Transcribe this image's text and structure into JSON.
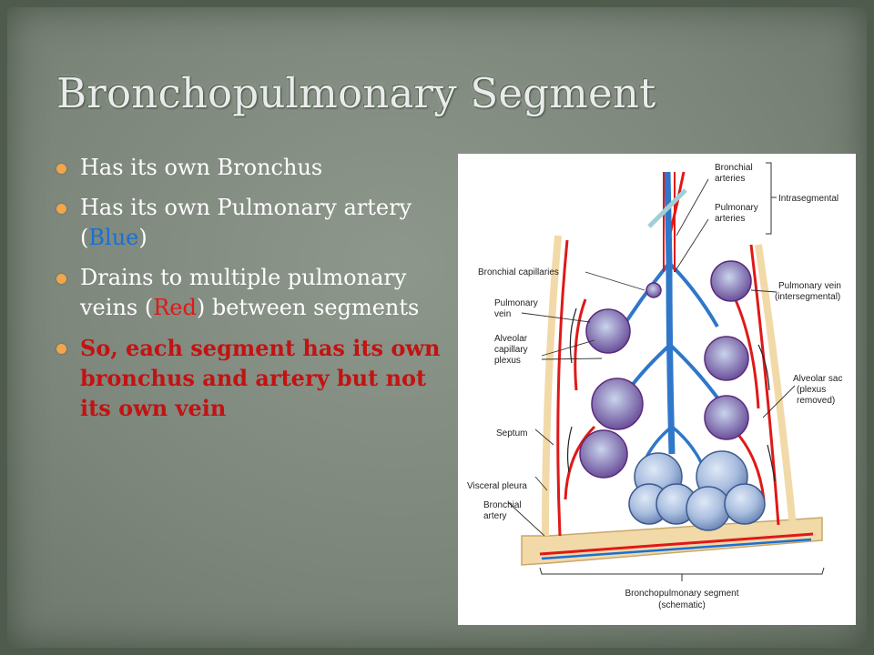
{
  "slide": {
    "title": "Bronchopulmonary Segment",
    "bullets": [
      {
        "text": "Has its own Bronchus"
      },
      {
        "pre": "Has its own Pulmonary artery (",
        "highlight": "Blue",
        "post": ")",
        "highlight_color": "#1a6fd6"
      },
      {
        "pre": "Drains to multiple pulmonary veins (",
        "highlight": "Red",
        "post": ") between segments",
        "highlight_color": "#e01818"
      },
      {
        "text": "So, each segment has its own bronchus and artery but not its own vein",
        "emphasis": true
      }
    ]
  },
  "figure": {
    "labels": {
      "bronchial_arteries": [
        "Bronchial",
        "arteries"
      ],
      "pulmonary_arteries": [
        "Pulmonary",
        "arteries"
      ],
      "intrasegmental": "Intrasegmental",
      "bronchial_capillaries": "Bronchial capillaries",
      "pulmonary_vein_left": [
        "Pulmonary",
        "vein"
      ],
      "alveolar_capillary_plexus": [
        "Alveolar",
        "capillary",
        "plexus"
      ],
      "pulmonary_vein_right": [
        "Pulmonary vein",
        "(intersegmental)"
      ],
      "alveolar_sac": [
        "Alveolar sac",
        "(plexus",
        "removed)"
      ],
      "septum": "Septum",
      "visceral_pleura": "Visceral pleura",
      "bronchial_artery": [
        "Bronchial",
        "artery"
      ],
      "caption": [
        "Bronchopulmonary segment",
        "(schematic)"
      ]
    }
  },
  "colors": {
    "bullet": "#f2a64a",
    "artery_blue": "#1a6fd6",
    "vein_red": "#e01818",
    "emphasis": "#c31212"
  }
}
